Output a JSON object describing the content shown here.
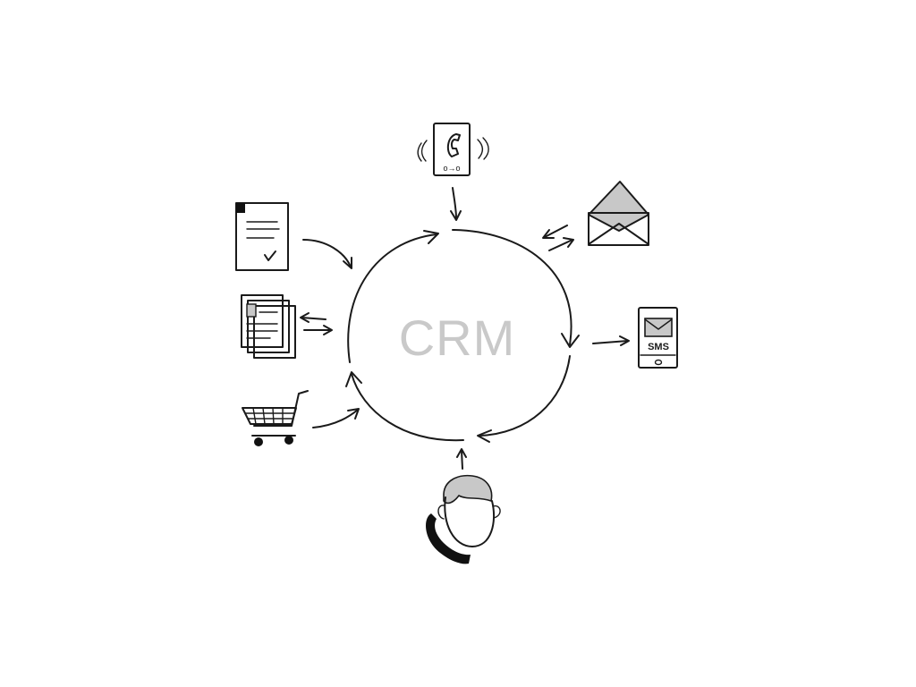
{
  "center_label": "CRM",
  "phone_screen_label": "o→o",
  "sms_label": "SMS",
  "icons": {
    "phone": "ringing-phone-icon",
    "document": "signed-document-icon",
    "papers": "document-stack-icon",
    "cart": "shopping-cart-icon",
    "email": "envelope-icon",
    "sms": "sms-phone-icon",
    "agent": "call-center-agent-icon"
  },
  "colors": {
    "ink": "#1a1a1a",
    "crm_text": "#c9c9c9",
    "fill_grey": "#c8c8c8"
  }
}
